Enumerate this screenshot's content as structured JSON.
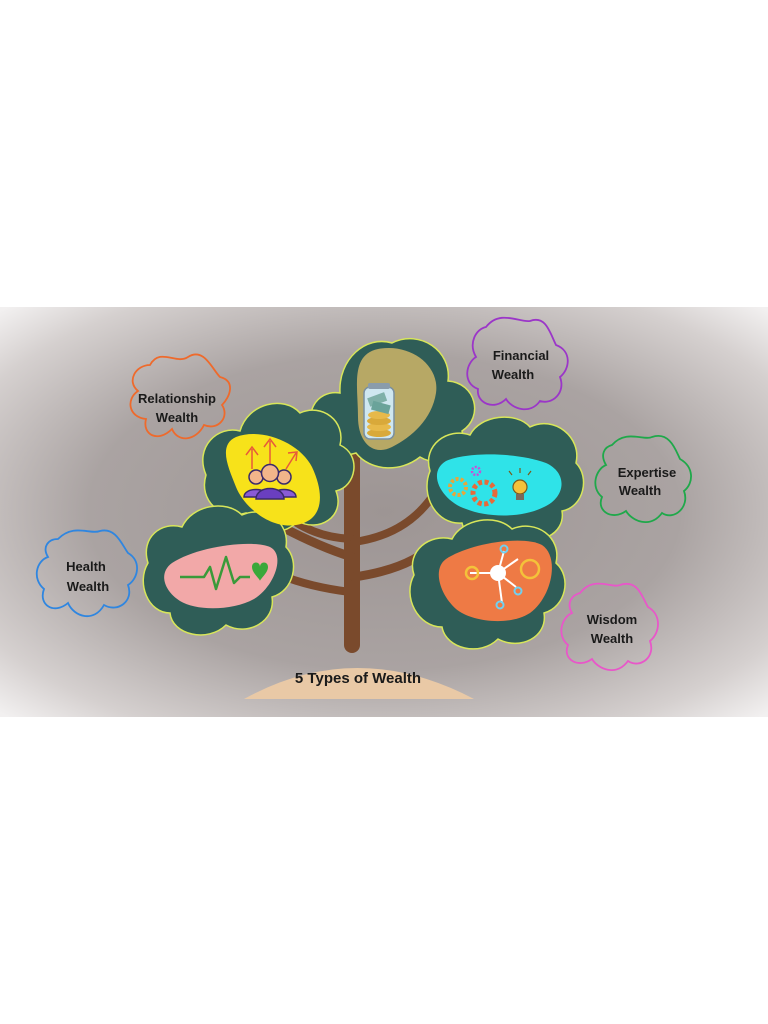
{
  "title": "5 Types of Wealth",
  "labels": {
    "relationship": [
      "Relationship",
      "Wealth"
    ],
    "financial": [
      "Financial",
      "Wealth"
    ],
    "expertise": [
      "Expertise",
      "Wealth"
    ],
    "health": [
      "Health",
      "Wealth"
    ],
    "wisdom": [
      "Wisdom",
      "Wealth"
    ]
  },
  "colors": {
    "leaf": "#2f5d57",
    "leaf_outline": "#d8e65a",
    "trunk": "#7a4a2c",
    "ground": "#e9c9a6",
    "relationship": "#f7e21a",
    "financial": "#b7a865",
    "expertise": "#2fe3e8",
    "health": "#f2a8a8",
    "wisdom": "#ee7a45",
    "relationship_cloud": "#ee6a2c",
    "financial_cloud": "#9b36c8",
    "expertise_cloud": "#1fa84a",
    "health_cloud": "#2f86e0",
    "wisdom_cloud": "#e857c9"
  },
  "icons": {
    "relationship": "team-icon",
    "financial": "money-jar-icon",
    "expertise": "gears-lightbulb-icon",
    "health": "heartbeat-icon",
    "wisdom": "network-node-icon"
  }
}
